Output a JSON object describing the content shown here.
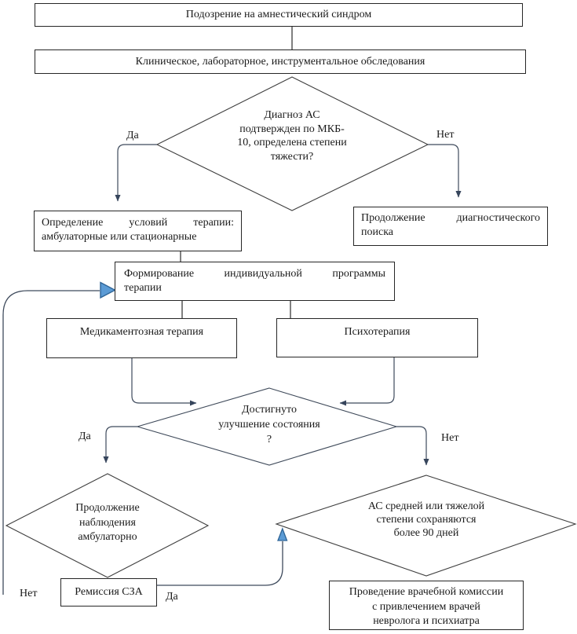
{
  "diagram": {
    "type": "flowchart",
    "language": "ru",
    "nodes": {
      "suspicion": {
        "label": "Подозрение на амнестический синдром"
      },
      "examination": {
        "label": "Клиническое, лабораторное, инструментальное обследования"
      },
      "diagnosis_question": {
        "lines": [
          "Диагноз АС",
          "подтвержден по МКБ-",
          "10, определена степени",
          "тяжести?"
        ]
      },
      "therapy_conditions": {
        "lines": [
          "Определение условий терапии:",
          "амбулаторные или стационарные"
        ]
      },
      "continue_search": {
        "lines": [
          "Продолжение диагностического",
          "поиска"
        ]
      },
      "individual_program": {
        "lines": [
          "Формирование индивидуальной программы",
          "терапии"
        ]
      },
      "medication": {
        "label": "Медикаментозная терапия"
      },
      "psychotherapy": {
        "label": "Психотерапия"
      },
      "improvement_question": {
        "lines": [
          "Достигнуто",
          "улучшение состояния",
          "?"
        ]
      },
      "outpatient_observation": {
        "lines": [
          "Продолжение",
          "наблюдения",
          "амбулаторно"
        ]
      },
      "persistence_question": {
        "lines": [
          "АС средней или тяжелой",
          "степени сохраняются",
          "более 90 дней"
        ]
      },
      "remission": {
        "label": "Ремиссия СЗА"
      },
      "commission": {
        "lines": [
          "Проведение врачебной комиссии",
          "с привлечением врачей",
          "невролога и психиатра"
        ]
      }
    },
    "edge_labels": {
      "yes1": "Да",
      "no1": "Нет",
      "yes2": "Да",
      "no2": "Нет",
      "no3": "Нет",
      "yes3": "Да"
    },
    "colors": {
      "box_border": "#262626",
      "diamond_stroke": "#3f3f3f",
      "connector": "#3e4a5c",
      "blue_arrow_fill": "#5b9bd5",
      "blue_arrow_stroke": "#2e6496",
      "text": "#1a1a1a"
    }
  }
}
